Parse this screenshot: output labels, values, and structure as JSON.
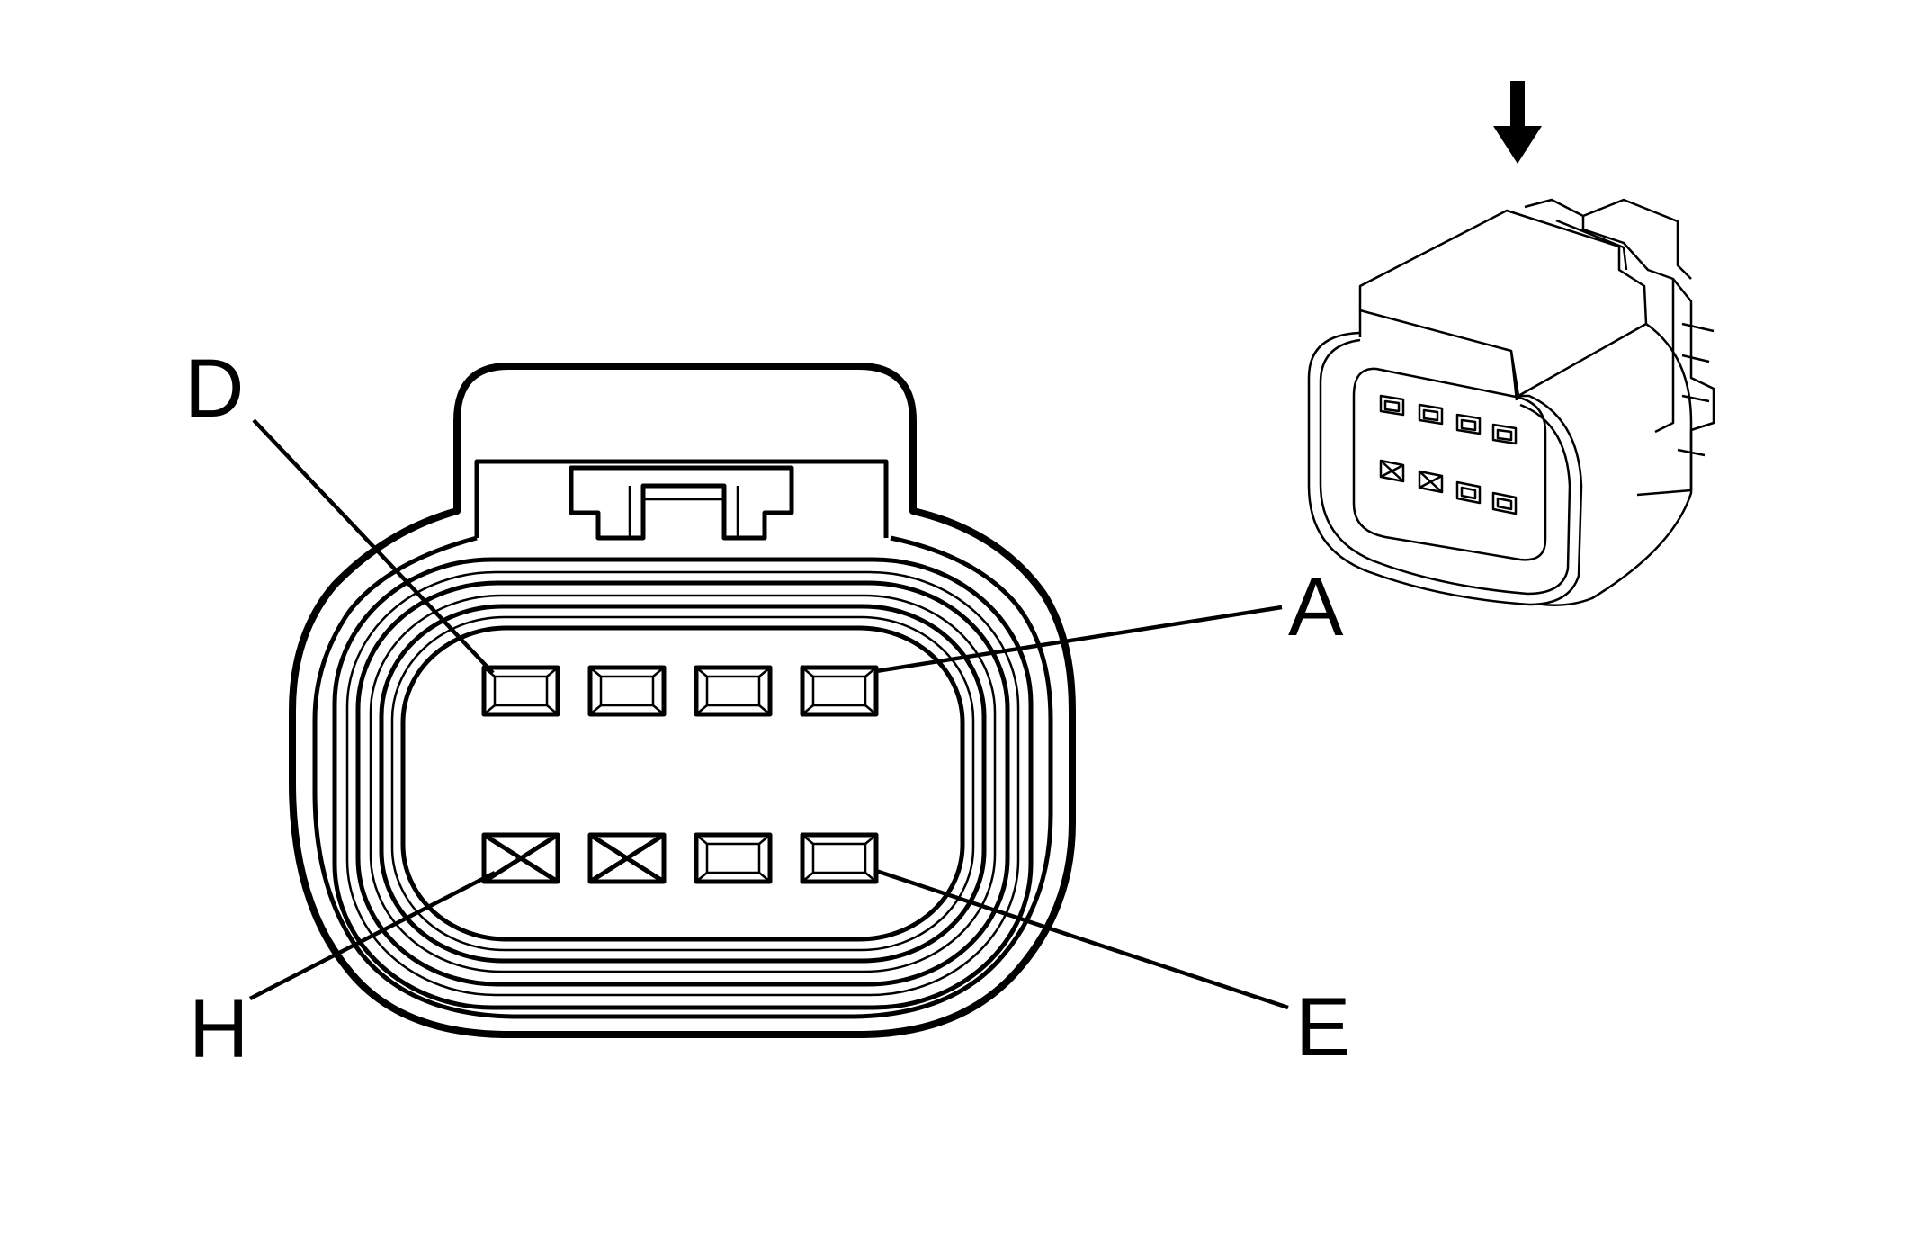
{
  "pin_labels": {
    "top_left": "D",
    "top_right": "A",
    "bottom_left": "H",
    "bottom_right": "E"
  },
  "cavities": {
    "top_row": [
      "open",
      "open",
      "open",
      "open"
    ],
    "bottom_row": [
      "plugged",
      "plugged",
      "open",
      "open"
    ]
  },
  "icons": {
    "view_arrow": "down-arrow-icon"
  },
  "colors": {
    "line": "#000000",
    "background": "#ffffff"
  }
}
